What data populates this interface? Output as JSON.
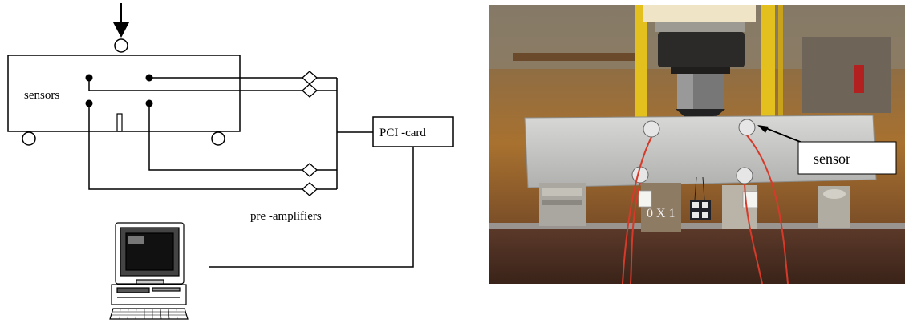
{
  "schematic": {
    "sensors_label": "sensors",
    "pci_label": "PCI -card",
    "preamp_label": "pre -amplifiers",
    "computer_icon": "computer-icon"
  },
  "photo": {
    "sensor_callout": "sensor",
    "beam_marking": "0 X 1",
    "colors": {
      "wire": "#d63a2a",
      "steel_floor": "#4a2f24",
      "beam": "#c6c6c4",
      "background_orange": "#b8752d",
      "machine_cream": "#efe4c6",
      "yellow_frame": "#e3c01e"
    }
  }
}
